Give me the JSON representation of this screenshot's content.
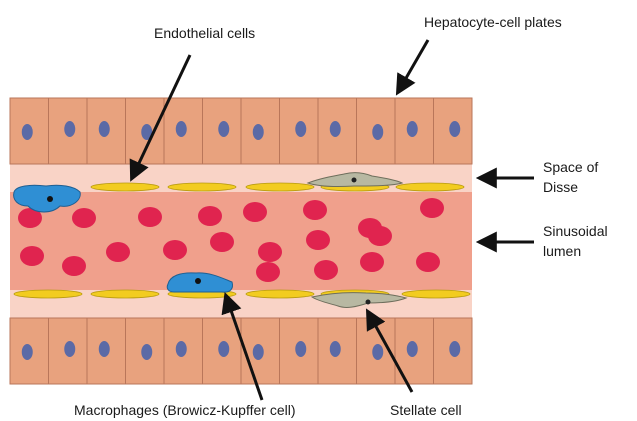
{
  "labels": {
    "endothelial": "Endothelial cells",
    "hepatocyte": "Hepatocyte-cell plates",
    "disse_line1": "Space of",
    "disse_line2": "Disse",
    "lumen_line1": "Sinusoidal",
    "lumen_line2": "lumen",
    "macrophages": "Macrophages (Browicz-Kupffer cell)",
    "stellate": "Stellate cell"
  },
  "colors": {
    "hepatocyte": "#e8a27e",
    "hepatocyte_border": "#b9765a",
    "hepatocyte_nucleus": "#5b6aa6",
    "space_of_disse": "#f9d3c6",
    "lumen": "#f0a08c",
    "red_blood_cell": "#e0244f",
    "endothelial": "#f2cc20",
    "macrophage": "#2f8fd4",
    "stellate": "#b8b8a2",
    "arrow": "#111111"
  },
  "icons": {
    "red_blood_cell": "red-blood-cell-icon",
    "endothelial": "endothelial-cell-icon",
    "macrophage": "macrophage-icon",
    "stellate": "stellate-cell-icon",
    "nucleus": "nucleus-icon"
  }
}
